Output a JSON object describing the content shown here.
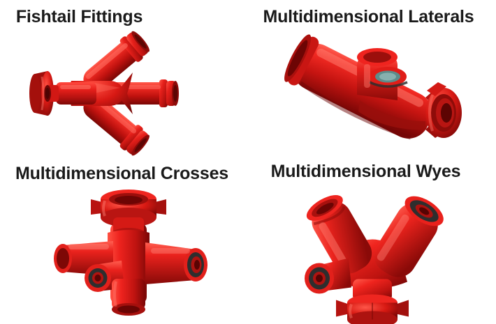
{
  "page": {
    "background_color": "#ffffff",
    "layout": "2x2-product-grid",
    "caption_color": "#1a1a1a"
  },
  "palette": {
    "red_light": "#ff3b30",
    "red_base": "#e01a16",
    "red_mid": "#cc1410",
    "red_dark": "#9e0d0a",
    "red_deep": "#6f0705",
    "red_highlight": "#ff6a5e",
    "seal_dark": "#2e2e2e",
    "seal_gray": "#4a4a4a",
    "seal_teal": "#5d8c8a",
    "ring_silver": "#c8c8c8",
    "bore_shadow": "#5a0b08"
  },
  "products": [
    {
      "id": "fishtail-fittings",
      "title": "Fishtail Fittings",
      "image_alt": "Red fishtail fitting with flanged inlet and three branch outlets",
      "position": "top-left"
    },
    {
      "id": "multidimensional-laterals",
      "title": "Multidimensional Laterals",
      "image_alt": "Red multidimensional lateral fitting with angled branch and hammer union end",
      "position": "top-right"
    },
    {
      "id": "multidimensional-crosses",
      "title": "Multidimensional Crosses",
      "image_alt": "Red multidimensional cross fitting with four outlets and hammer union nut",
      "position": "bottom-left"
    },
    {
      "id": "multidimensional-wyes",
      "title": "Multidimensional Wyes",
      "image_alt": "Red multidimensional wye fitting with three branches and hammer union nut",
      "position": "bottom-right"
    }
  ]
}
